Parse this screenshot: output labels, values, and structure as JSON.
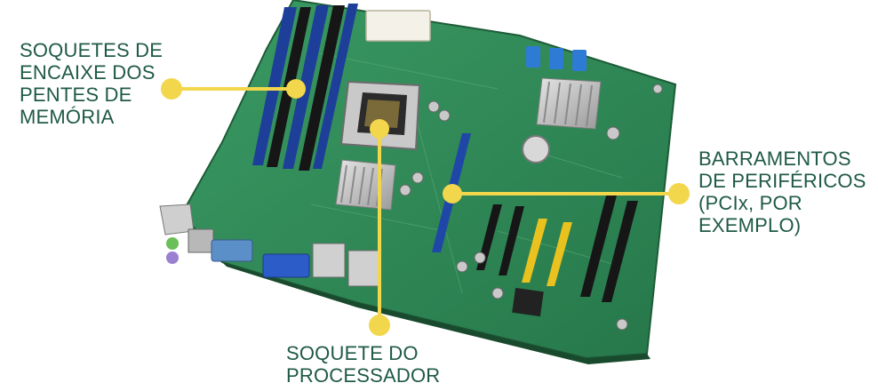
{
  "labels": {
    "memory_slots": [
      "SOQUETES DE",
      "ENCAIXE DOS",
      "PENTES DE",
      "MEMÓRIA"
    ],
    "peripheral_buses": [
      "BARRAMENTOS",
      "DE PERIFÉRICOS",
      "(PCIx, POR",
      "EXEMPLO)"
    ],
    "processor_socket": [
      "SOQUETE DO",
      "PROCESSADOR"
    ]
  },
  "colors": {
    "label_text": "#1f5a46",
    "callout": "#f2d64b",
    "board": "#2f8a57",
    "ram_slot_blue": "#1d3f9a",
    "pcie_blue": "#1f47a8",
    "pci_yellow": "#e9c21f"
  }
}
